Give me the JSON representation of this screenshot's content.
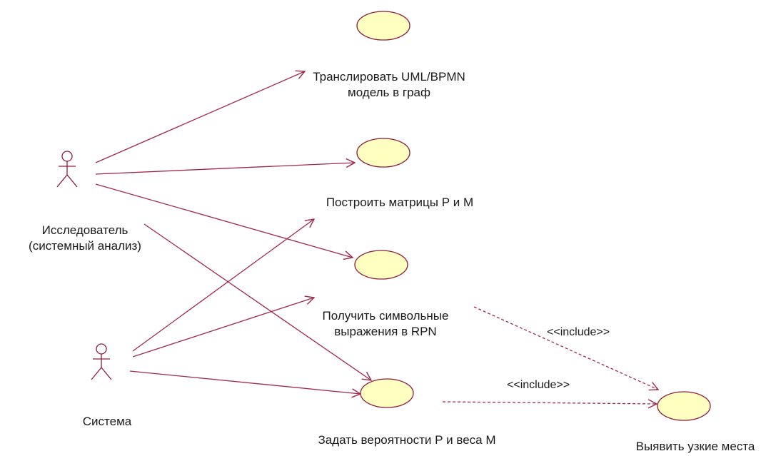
{
  "colors": {
    "association": "#a0284a",
    "usecase_fill": "#ffffc0",
    "usecase_stroke": "#8a1c3c",
    "actor_stroke": "#8a1c3c",
    "text": "#1a1a1a"
  },
  "actors": [
    {
      "id": "researcher",
      "lines": [
        "Исследователь",
        "(системный анализ)"
      ]
    },
    {
      "id": "system",
      "lines": [
        "Система"
      ]
    }
  ],
  "use_cases": [
    {
      "id": "top",
      "lines": []
    },
    {
      "id": "translate",
      "lines": [
        "Транслировать UML/BPMN",
        "модель в граф"
      ]
    },
    {
      "id": "build_matrices",
      "lines": [
        "Построить матрицы Р и М"
      ]
    },
    {
      "id": "rpn",
      "lines": [
        "Получить символьные",
        "выражения в RPN"
      ]
    },
    {
      "id": "probabilities",
      "lines": [
        "Задать вероятности Р и веса М"
      ]
    },
    {
      "id": "bottlenecks",
      "lines": [
        "Выявить узкие места"
      ]
    }
  ],
  "associations": [
    {
      "from": "researcher",
      "to": "translate"
    },
    {
      "from": "researcher",
      "to": "build_matrices"
    },
    {
      "from": "researcher",
      "to": "rpn"
    },
    {
      "from": "researcher",
      "to": "probabilities"
    },
    {
      "from": "system",
      "to": "build_matrices"
    },
    {
      "from": "system",
      "to": "rpn"
    },
    {
      "from": "system",
      "to": "probabilities"
    }
  ],
  "includes": [
    {
      "from": "rpn",
      "to": "bottlenecks",
      "label": "<<include>>"
    },
    {
      "from": "probabilities",
      "to": "bottlenecks",
      "label": "<<include>>"
    }
  ]
}
